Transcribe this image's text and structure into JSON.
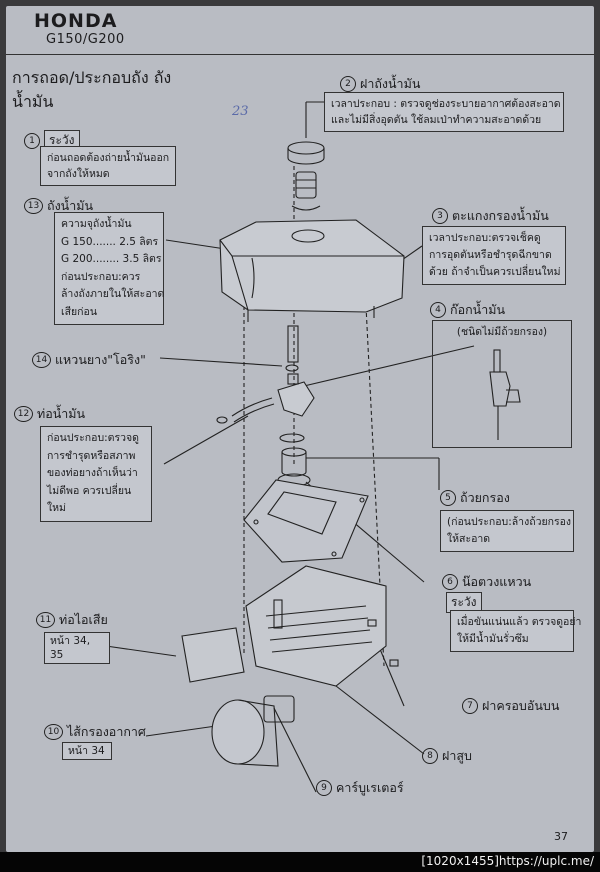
{
  "header": {
    "brand": "HONDA",
    "model": "G150/G200"
  },
  "section_title": "การถอด/ประกอบถัง ถังน้ำมัน",
  "handwritten_note": "23",
  "page_number": "37",
  "footer_text": "[1020x1455]https://uplc.me/",
  "callouts": {
    "c1": {
      "num": "1",
      "label": "ระวัง",
      "text": [
        "ก่อนถอดต้องถ่ายน้ำมันออก",
        "จากถังให้หมด"
      ]
    },
    "c2": {
      "num": "2",
      "label": "ฝาถังน้ำมัน",
      "text": [
        "เวลาประกอบ : ตรวจดูช่องระบายอากาศต้องสะอาด",
        "และไม่มีสิ่งอุดตัน ใช้ลมเป่าทำความสะอาดด้วย"
      ]
    },
    "c3": {
      "num": "3",
      "label": "ตะแกงกรองน้ำมัน",
      "text": [
        "เวลาประกอบ:ตรวจเช็คดู",
        "การอุดตันหรือชำรุดฉีกขาด",
        "ด้วย ถ้าจำเป็นควรเปลี่ยนใหม่"
      ]
    },
    "c4": {
      "num": "4",
      "label": "ก๊อกน้ำมัน",
      "sub": "(ชนิดไม่มีถ้วยกรอง)"
    },
    "c5": {
      "num": "5",
      "label": "ถ้วยกรอง",
      "text": [
        "(ก่อนประกอบ:ล้างถ้วยกรอง",
        "ให้สะอาด"
      ]
    },
    "c6": {
      "num": "6",
      "label": "น๊อตวงแหวน",
      "warn": "ระวัง",
      "text": [
        "เมื่อขันแน่นแล้ว ตรวจดูอย่า",
        "ให้มีน้ำมันรั่วซึม"
      ]
    },
    "c7": {
      "num": "7",
      "label": "ฝาครอบอันบน"
    },
    "c8": {
      "num": "8",
      "label": "ฝาสูบ"
    },
    "c9": {
      "num": "9",
      "label": "คาร์บูเรเตอร์"
    },
    "c10": {
      "num": "10",
      "label": "ไส้กรองอากาศ",
      "ref": "หน้า 34"
    },
    "c11": {
      "num": "11",
      "label": "ท่อไอเสีย",
      "ref": "หน้า 34, 35"
    },
    "c12": {
      "num": "12",
      "label": "ท่อน้ำมัน",
      "text": [
        "ก่อนประกอบ:ตรวจดู",
        "การชำรุดหรือสภาพ",
        "ของท่อยางถ้าเห็นว่า",
        "ไม่ดีพอ ควรเปลี่ยน",
        "ใหม่"
      ]
    },
    "c13": {
      "num": "13",
      "label": "ถังน้ำมัน",
      "text": [
        "ความจุถังน้ำมัน",
        "G 150....... 2.5 ลิตร",
        "G 200........ 3.5 ลิตร",
        "ก่อนประกอบ:ควร",
        "ล้างถังภายในให้สะอาด",
        "เสียก่อน"
      ]
    },
    "c14": {
      "num": "14",
      "label": "แหวนยาง\"โอริง\""
    }
  },
  "colors": {
    "paper": "#b9bcc3",
    "ink": "#1c1c1e",
    "box": "#c4c7ce"
  }
}
